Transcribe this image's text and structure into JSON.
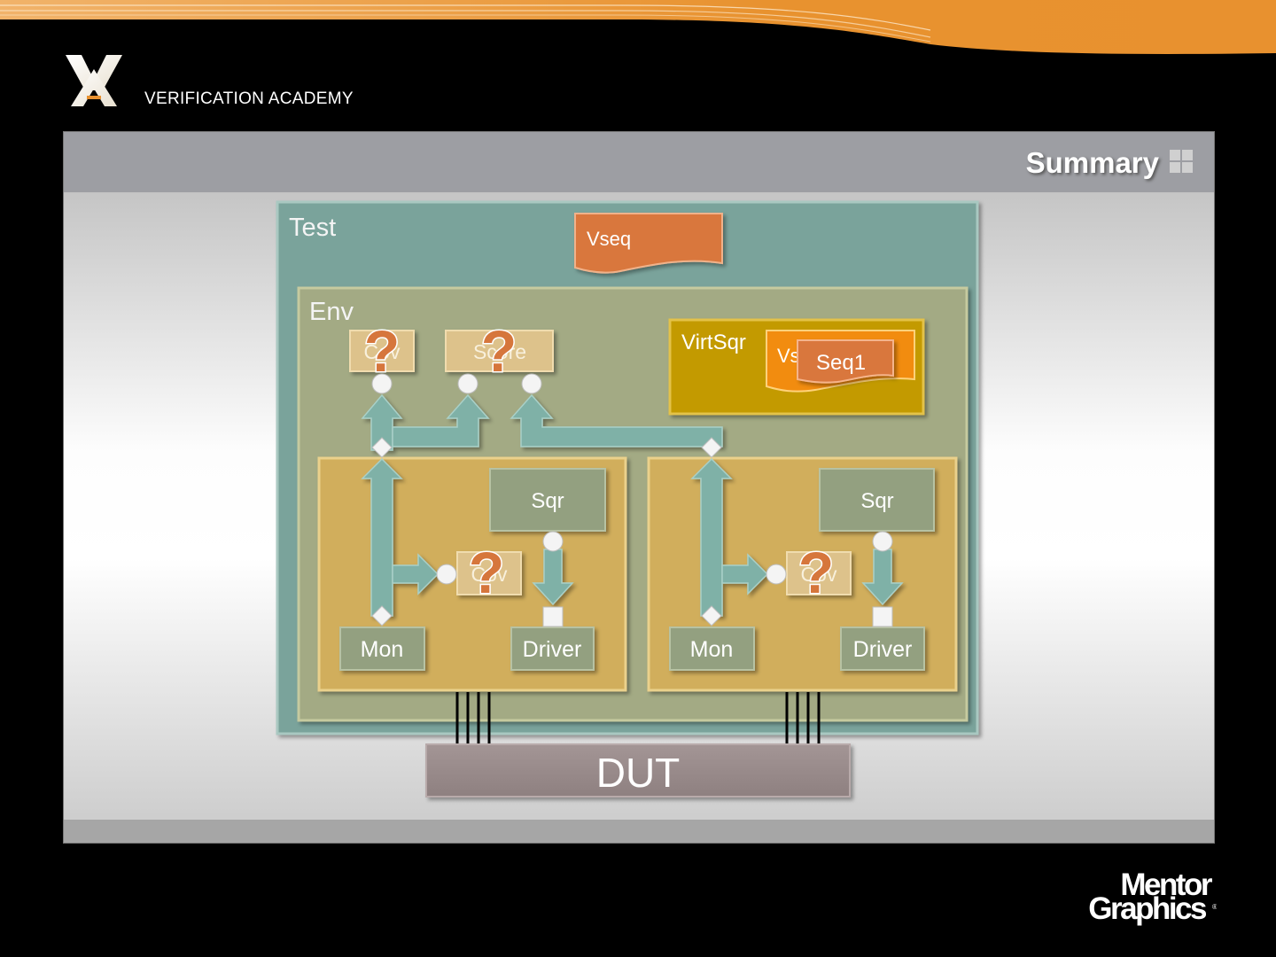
{
  "header": {
    "academy": "VERIFICATION ACADEMY"
  },
  "slide": {
    "title": "Summary"
  },
  "diagram": {
    "test_label": "Test",
    "vseq_label": "Vseq",
    "env_label": "Env",
    "cov_label": "Cov",
    "score_label": "Score",
    "virtsqr_label": "VirtSqr",
    "vs_label": "Vs",
    "seq1_label": "Seq1",
    "sqr_label": "Sqr",
    "mon_label": "Mon",
    "driver_label": "Driver",
    "dut_label": "DUT",
    "question_mark": "?"
  },
  "footer": {
    "brand_line1": "Mentor",
    "brand_line2": "Graphics",
    "brand_reg": "®"
  },
  "colors": {
    "orange_band": "#e8912f",
    "test_fill": "#7aa39b",
    "env_fill": "#a3aa84",
    "agent_fill": "#d1ae5b",
    "virtsqr_fill": "#c39a05",
    "vseq_fill": "#d9773e",
    "box_green": "#93a080",
    "box_tan": "#ddc28b",
    "arrow_fill": "#7fb1a7",
    "dut_fill": "#988a8a",
    "question_fill": "#d6763c"
  }
}
